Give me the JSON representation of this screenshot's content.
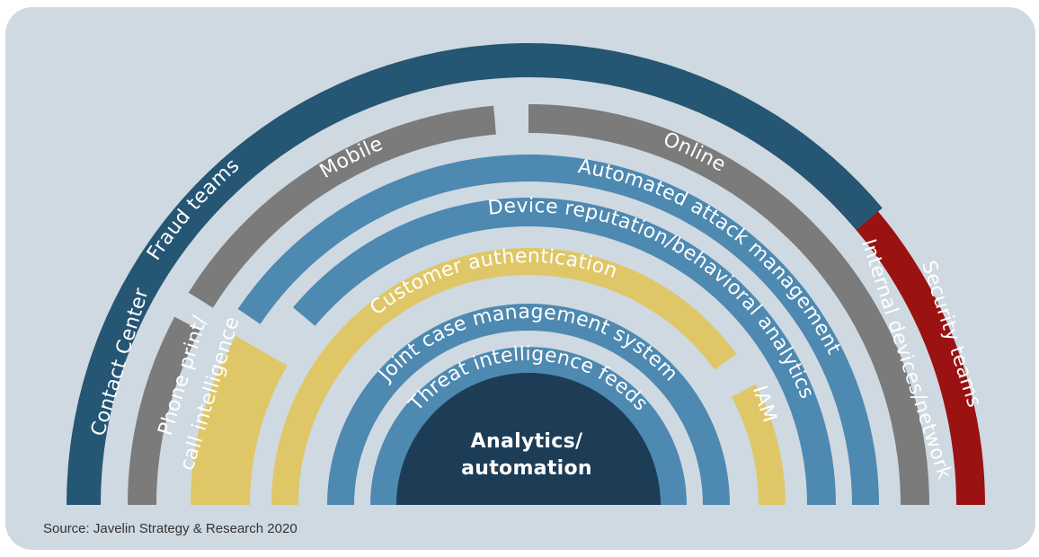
{
  "colors": {
    "dark_navy": "#1d3d57",
    "navy": "#255674",
    "gray": "#7b7b7b",
    "blue": "#4d89b1",
    "yellow": "#dfc767",
    "red": "#9a1212",
    "panel": "#cfd9e1"
  },
  "core": {
    "line1": "Analytics/",
    "line2": "automation"
  },
  "bands": {
    "fraud_teams": "Fraud teams",
    "mobile": "Mobile",
    "online": "Online",
    "automated_attack": "Automated attack management",
    "device_reputation": "Device reputation/behavioral analytics",
    "customer_auth": "Customer authentication",
    "joint_case": "Joint case management system",
    "threat_intel": "Threat intelligence feeds",
    "contact_center": "Contact Center",
    "phone_print_1": "Phone print/",
    "phone_print_2": "call intelligence",
    "iam": "IAM",
    "internal_devices": "Internal devices/network",
    "security_teams": "Security teams"
  },
  "source": "Source: Javelin Strategy & Research 2020"
}
